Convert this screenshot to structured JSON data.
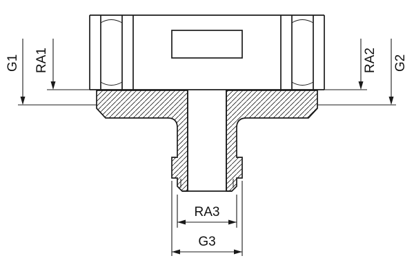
{
  "drawing": {
    "colors": {
      "line": "#1a1a1a",
      "background": "#ffffff"
    },
    "dimensions": {
      "g1": "G1",
      "ra1": "RA1",
      "ra2": "RA2",
      "g2": "G2",
      "ra3": "RA3",
      "g3": "G3"
    }
  }
}
